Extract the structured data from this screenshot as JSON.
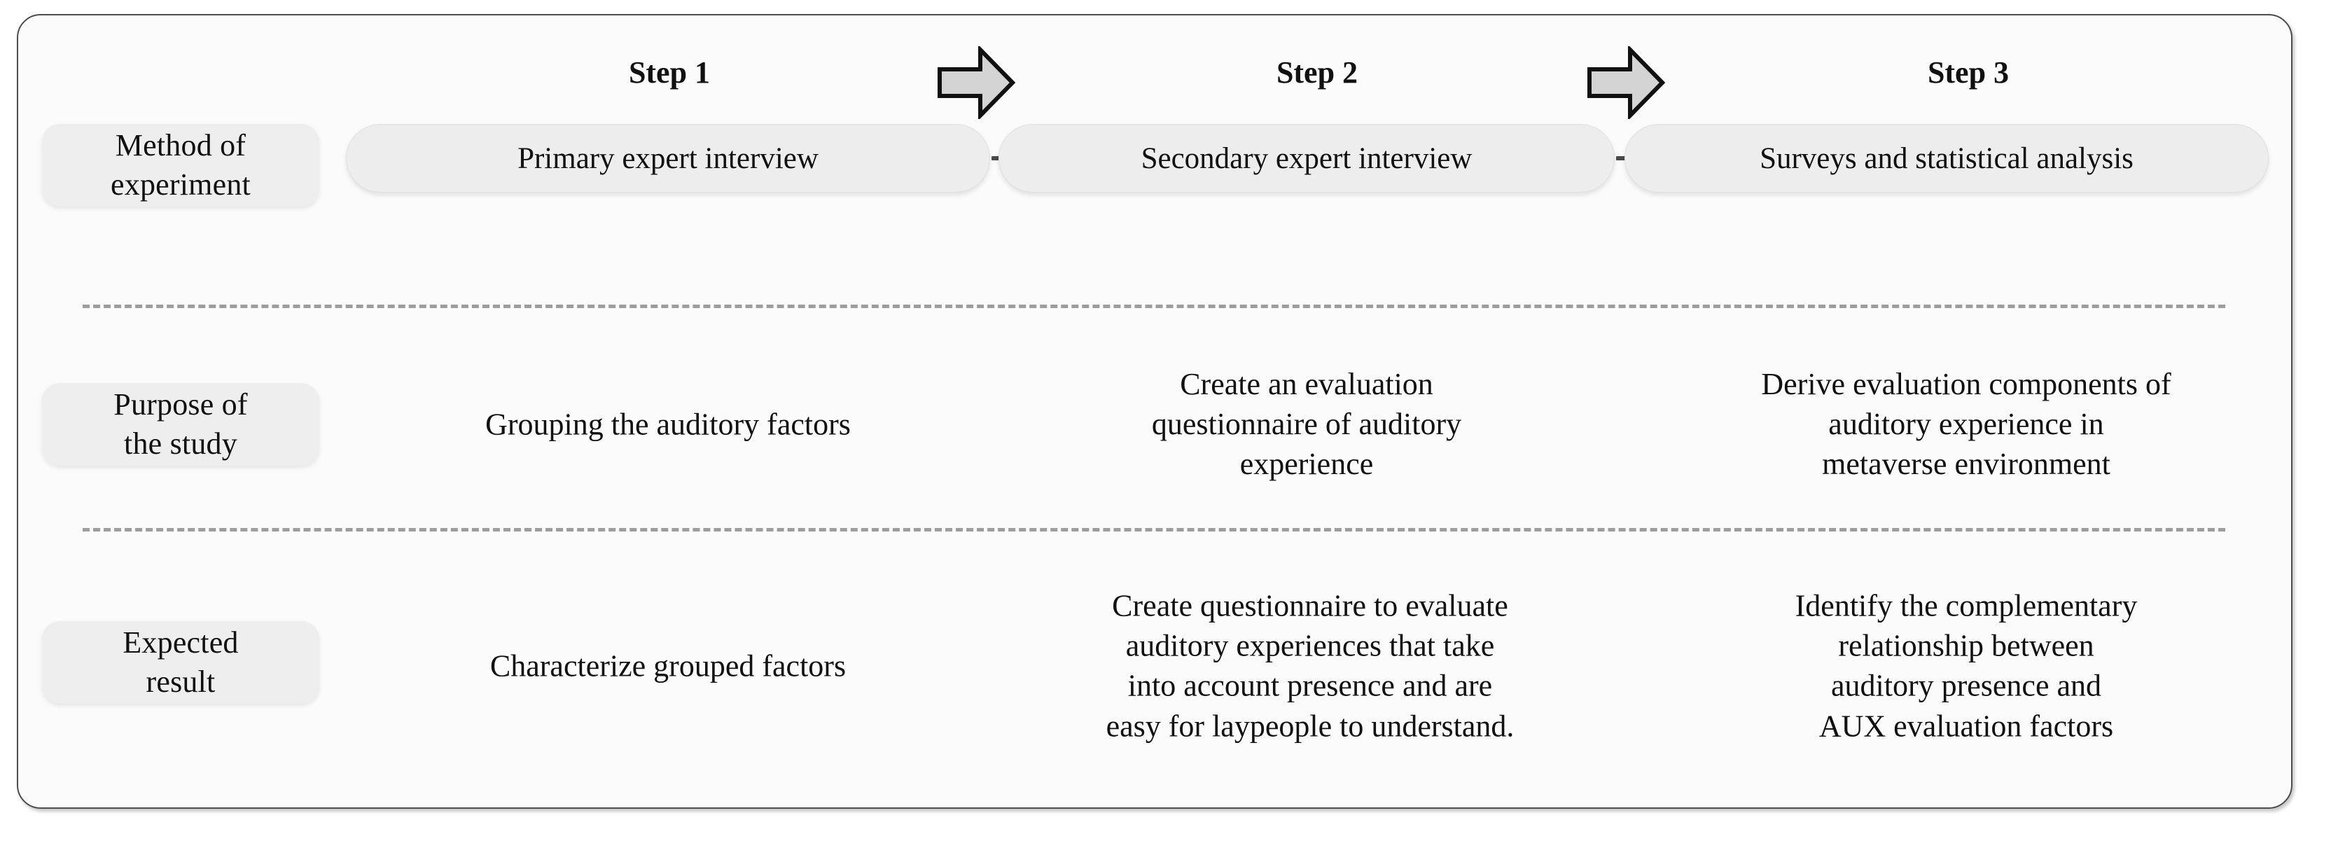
{
  "figure": {
    "type": "three-step-research-process-diagram",
    "frame_border_color": "#4d4d4d",
    "frame_background": "#fbfbfb",
    "pill_fill": "#ededed",
    "label_fill": "#eeeeee",
    "separator_color": "#9d9d9d",
    "arrow_fill": "#d4d4d4",
    "arrow_outline": "#111111"
  },
  "steps": [
    {
      "title": "Step 1",
      "method": "Primary expert interview"
    },
    {
      "title": "Step 2",
      "method": "Secondary expert interview"
    },
    {
      "title": "Step 3",
      "method": "Surveys and statistical analysis"
    }
  ],
  "row_labels": [
    {
      "id": "method-of-experiment",
      "line1": "Method of",
      "line2": "experiment"
    },
    {
      "id": "purpose-of-the-study",
      "line1": "Purpose of",
      "line2": "the study"
    },
    {
      "id": "expected-result",
      "line1": "Expected",
      "line2": "result"
    }
  ],
  "rows": {
    "method_of_experiment": [
      "Primary expert interview",
      "Secondary expert interview",
      "Surveys and statistical analysis"
    ],
    "purpose_of_the_study": [
      "Grouping the auditory factors",
      "Create an evaluation\nquestionnaire of auditory\nexperience",
      "Derive evaluation components of\nauditory experience in\nmetaverse environment"
    ],
    "expected_result": [
      "Characterize grouped factors",
      "Create questionnaire to evaluate\nauditory experiences that  take\ninto account presence and are\neasy for laypeople to understand.",
      "Identify the complementary\nrelationship between\nauditory presence and\nAUX evaluation factors"
    ]
  },
  "icons": {
    "arrow_1": "right-block-arrow",
    "arrow_2": "right-block-arrow",
    "connector_1": "pill-connector-dash",
    "connector_2": "pill-connector-dash"
  }
}
